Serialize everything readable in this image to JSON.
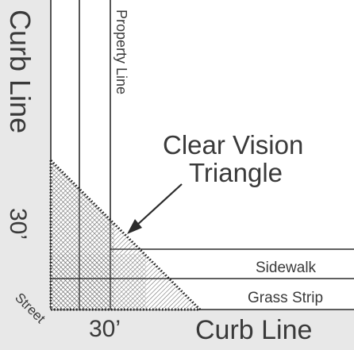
{
  "labels": {
    "curb_line_vertical": "Curb Line",
    "curb_line_horizontal": "Curb Line",
    "property_line": "Property Line",
    "title_line1": "Clear Vision",
    "title_line2": "Triangle",
    "distance_vertical": "30’",
    "distance_horizontal": "30’",
    "sidewalk": "Sidewalk",
    "grass_strip": "Grass Strip",
    "street": "Street"
  },
  "colors": {
    "curb_area": "#e8e8e8",
    "line": "#2b2b2b",
    "text": "#3a3a3a",
    "hatch": "#4a4a4a"
  }
}
